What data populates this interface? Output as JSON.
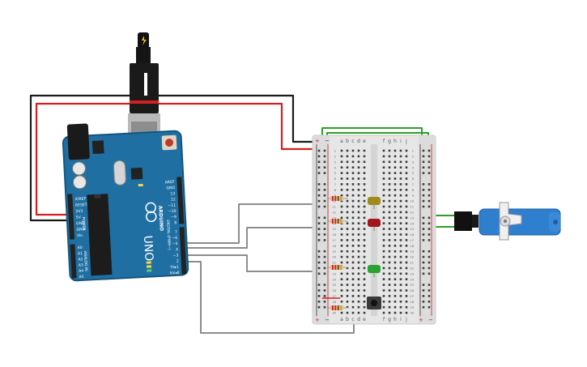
{
  "arduino": {
    "brand": "ARDUINO",
    "model": "UNO",
    "reset_label": "RESET",
    "power_header_title": "POWER",
    "analog_header_title": "ANALOG IN",
    "digital_header_title": "DIGITAL (PWM~)",
    "power_pins": [
      "IOREF",
      "RESET",
      "3V3",
      "5V",
      "GND",
      "GND",
      "Vin"
    ],
    "analog_pins": [
      "A0",
      "A1",
      "A2",
      "A3",
      "A4",
      "A5"
    ],
    "digital_top": [
      "AREF",
      "GND",
      "13",
      "12",
      "~11",
      "~10",
      "~9",
      "8"
    ],
    "digital_bottom": [
      "7",
      "~6",
      "~5",
      "4",
      "~3",
      "2",
      "TX▸1",
      "RX◂0"
    ],
    "tx_label": "TX",
    "rx_label": "RX",
    "l_label": "L",
    "on_label": "ON",
    "colors": {
      "board": "#1f6fa3",
      "board_edge": "#15557e",
      "header": "#222222"
    }
  },
  "breadboard": {
    "column_letters_left": [
      "a",
      "b",
      "c",
      "d",
      "e"
    ],
    "column_letters_right": [
      "f",
      "g",
      "h",
      "i",
      "j"
    ],
    "rail_plus": "+",
    "rail_minus": "−",
    "row_numbers": [
      "1",
      "2",
      "3",
      "4",
      "5",
      "6",
      "7",
      "8",
      "9",
      "10",
      "11",
      "12",
      "13",
      "14",
      "15",
      "16",
      "17",
      "18",
      "19",
      "20",
      "21",
      "22",
      "23",
      "24",
      "25",
      "26",
      "27",
      "28",
      "29",
      "30"
    ]
  },
  "components": {
    "leds": [
      {
        "name": "yellow-led",
        "color": "#a08a1a"
      },
      {
        "name": "red-led",
        "color": "#a3161b"
      },
      {
        "name": "green-led",
        "color": "#2aa330"
      }
    ],
    "servo_color": "#2f7fcf",
    "pushbutton": "pushbutton"
  },
  "wires": {
    "colors": {
      "red": "#d42020",
      "black": "#1a1a1a",
      "green": "#2aa02a",
      "gray": "#8c8c8c"
    }
  },
  "icons": {
    "usb": "usb-cable-icon",
    "lightning": "lightning-icon"
  }
}
